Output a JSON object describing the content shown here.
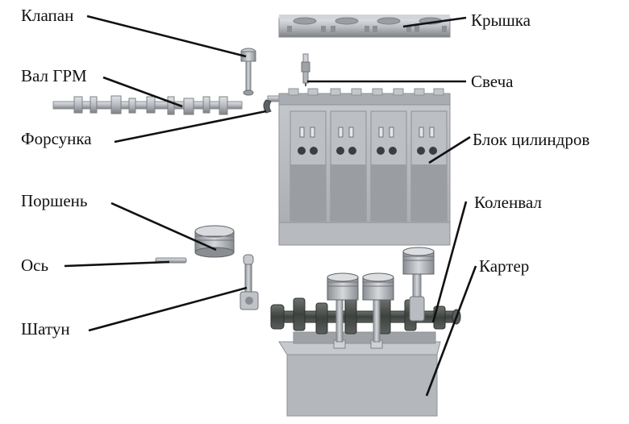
{
  "labels": {
    "valve": "Клапан",
    "camshaft": "Вал ГРМ",
    "injector": "Форсунка",
    "piston": "Поршень",
    "pin": "Ось",
    "rod": "Шатун",
    "cover": "Крышка",
    "plug": "Свеча",
    "block": "Блок цилиндров",
    "crankshaft": "Коленвал",
    "crankcase": "Картер"
  },
  "colors": {
    "metal_light": "#c9cbcf",
    "metal_mid": "#a9acb1",
    "metal_dark": "#6f7378",
    "block_face": "#b4b7bc",
    "block_shadow": "#8e9297",
    "crank_dark": "#4a4f4b",
    "leader": "#111111"
  }
}
